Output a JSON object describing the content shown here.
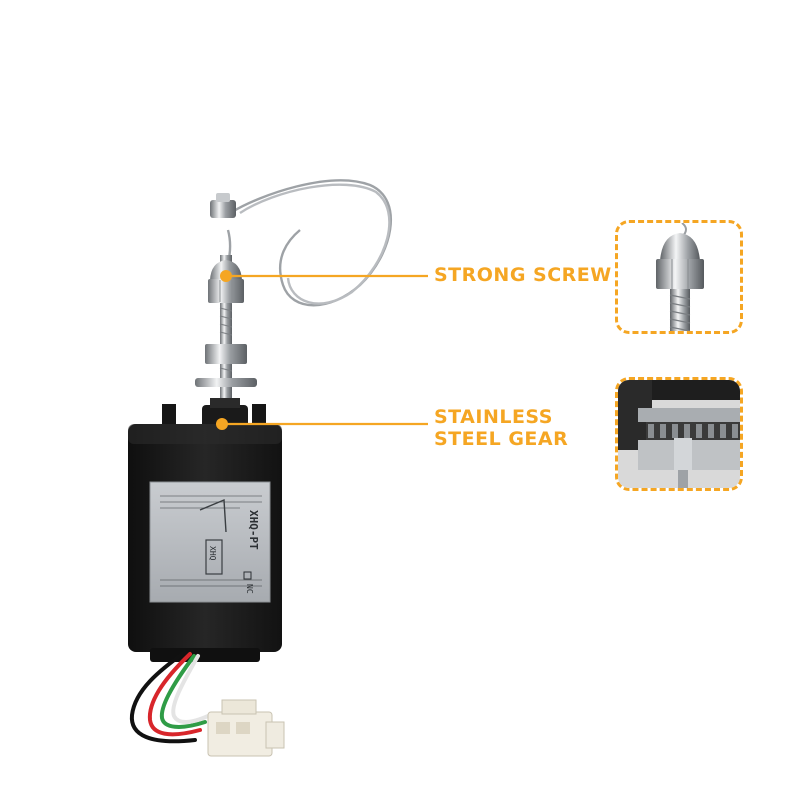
{
  "product": {
    "label_brand": "XHQ-PT",
    "label_model": "XHQ",
    "label_switch": "NC"
  },
  "callouts": {
    "screw": "STRONG SCREW",
    "gear_line1": "STAINLESS",
    "gear_line2": "STEEL GEAR"
  },
  "colors": {
    "accent": "#f5a623",
    "body": "#1b1b1b",
    "label": "#b8bcc0",
    "background": "#ffffff"
  },
  "icons": [
    "solenoid-photo",
    "screw-closeup-photo",
    "gear-closeup-photo"
  ]
}
